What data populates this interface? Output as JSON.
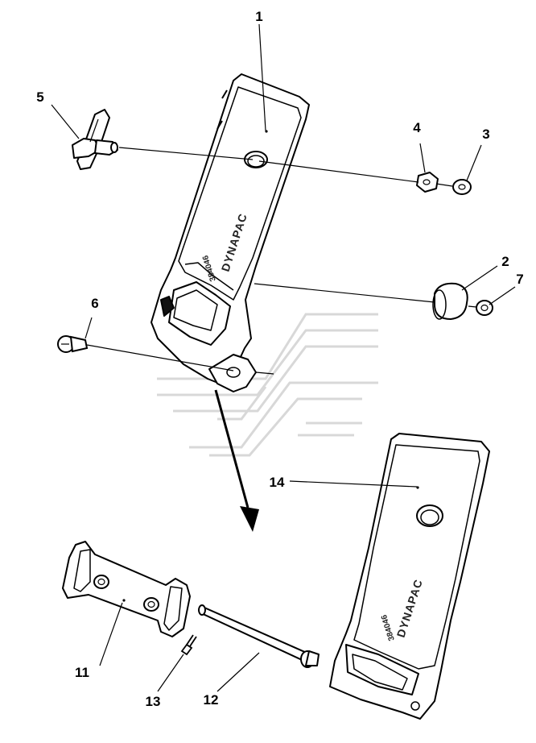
{
  "diagram": {
    "callouts": [
      {
        "id": "1",
        "label": "1"
      },
      {
        "id": "2",
        "label": "2"
      },
      {
        "id": "3",
        "label": "3"
      },
      {
        "id": "4",
        "label": "4"
      },
      {
        "id": "5",
        "label": "5"
      },
      {
        "id": "6",
        "label": "6"
      },
      {
        "id": "7",
        "label": "7"
      },
      {
        "id": "11",
        "label": "11"
      },
      {
        "id": "12",
        "label": "12"
      },
      {
        "id": "13",
        "label": "13"
      },
      {
        "id": "14",
        "label": "14"
      }
    ],
    "pedal_brand": "DYNAPAC",
    "pedal_part_number": "384046"
  },
  "colors": {
    "line": "#000000",
    "watermark": "#d8d8d8"
  }
}
